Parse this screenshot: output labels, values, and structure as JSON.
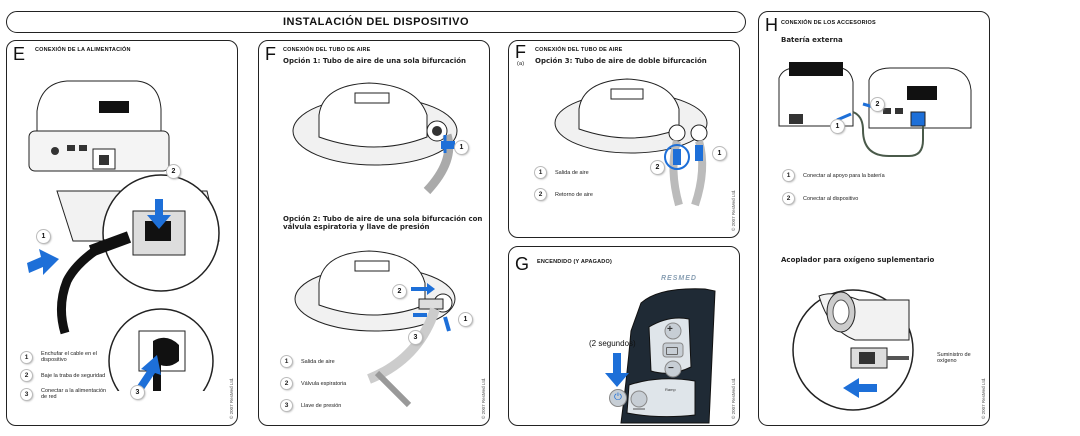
{
  "banner": "INSTALACIÓN DEL DISPOSITIVO",
  "panelE": {
    "letter": "E",
    "title": "CONEXIÓN DE LA ALIMENTACIÓN",
    "steps": [
      "Enchufar el cable en el dispositivo",
      "Baje la traba de seguridad",
      "Conectar a la alimentación de red"
    ],
    "copyright": "© 2007 ResMed Ltd."
  },
  "panelF1": {
    "letter": "F",
    "title": "CONEXIÓN DEL TUBO DE AIRE",
    "option1": "Opción 1: Tubo de aire de una sola bifurcación",
    "option2": "Opción 2: Tubo de aire de una sola bifurcación con válvula espiratoria y llave de presión",
    "steps": [
      "Salida de aire",
      "Válvula espiratoria",
      "Llave de presión"
    ],
    "copyright": "© 2007 ResMed Ltd."
  },
  "panelF2": {
    "letter": "F",
    "suffix": "(a)",
    "title": "CONEXIÓN DEL TUBO DE AIRE",
    "option3": "Opción 3: Tubo de aire de doble bifurcación",
    "steps": [
      "Salida de aire",
      "Retorno de aire"
    ],
    "copyright": "© 2007 ResMed Ltd."
  },
  "panelG": {
    "letter": "G",
    "title": "ENCENDIDO (Y APAGADO)",
    "brand": "RESMED",
    "hold_label": "(2 segundos)",
    "plus": "+",
    "minus": "−",
    "ramp": "Ramp",
    "copyright": "© 2007 ResMed Ltd."
  },
  "panelH": {
    "letter": "H",
    "title": "CONEXIÓN DE LOS ACCESORIOS",
    "battery": "Batería externa",
    "steps": [
      "Conectar al apoyo para la batería",
      "Conectar al dispositivo"
    ],
    "oxygen": "Acoplador para oxígeno suplementario",
    "oxygen_label": "Suministro de oxígeno",
    "copyright": "© 2007 ResMed Ltd."
  },
  "colors": {
    "accent": "#1d6fd8",
    "outline": "#222222"
  }
}
